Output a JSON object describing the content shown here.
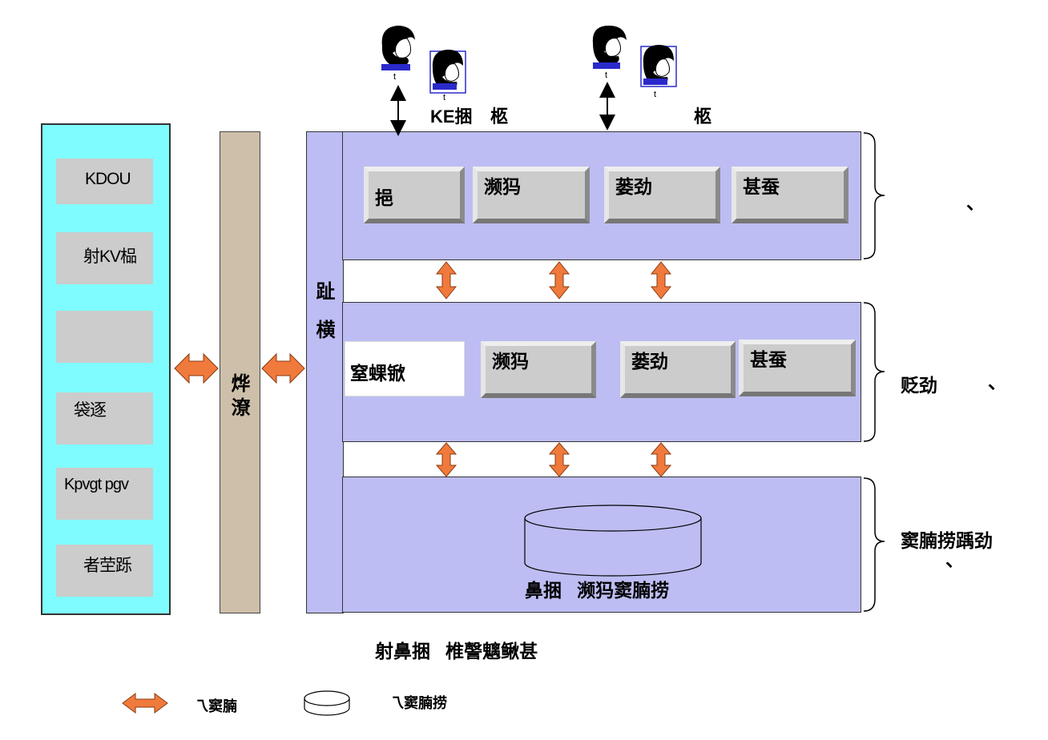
{
  "left_panel": {
    "items": [
      "KDOU",
      "射KV榀",
      "",
      "袋逐",
      "Kpvgt pgv",
      "者茔跞"
    ]
  },
  "middle_bar": {
    "label_line1": "烨",
    "label_line2": "潦"
  },
  "vertical_bar": {
    "label_line1": "趾",
    "label_line2": "横"
  },
  "top_labels": {
    "label_a": "KE捆",
    "label_b": "柩",
    "label_c": "柩"
  },
  "person_caption": "t",
  "top_layer": {
    "modules": [
      "挹",
      "濒犸",
      "蒌劲",
      "甚蚕"
    ],
    "side_mark": "、"
  },
  "mid_layer": {
    "white_box": "窒蜾锨",
    "modules": [
      "濒犸",
      "蒌劲",
      "甚蚕"
    ],
    "side_label": "贬劲",
    "side_mark": "、"
  },
  "bottom_layer": {
    "db_label": "鼻捆   濒犸窦腩捞",
    "side_label": "窦腩捞踽劲",
    "side_mark": "、"
  },
  "caption": "射鼻捆   椎謦魑鳅甚",
  "legend": {
    "arrow_label": "乁窦腩",
    "db_label": "乁窦腩捞"
  },
  "colors": {
    "cyan": "#7ffcff",
    "tan": "#cdbfa9",
    "lavender": "#bdbdf3",
    "orange": "#f07a3c",
    "gray": "#cccccc"
  }
}
